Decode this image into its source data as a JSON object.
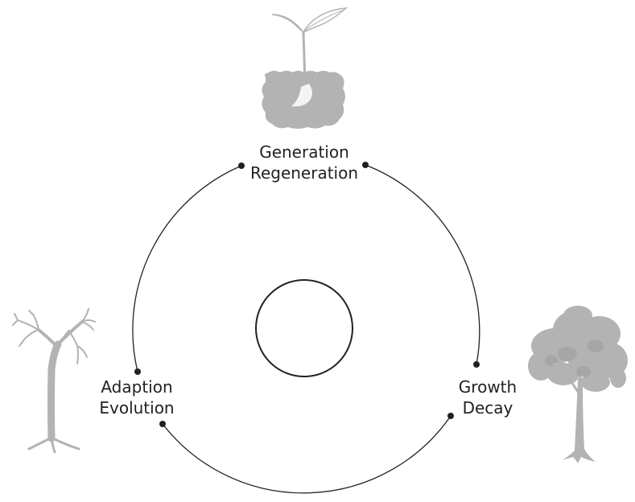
{
  "stages": [
    {
      "line1": "Generation",
      "line2": "Regeneration",
      "illustration": "seedling"
    },
    {
      "line1": "Growth",
      "line2": "Decay",
      "illustration": "leafy-tree"
    },
    {
      "line1": "Adaption",
      "line2": "Evolution",
      "illustration": "bare-tree"
    }
  ],
  "colors": {
    "line": "#231f20",
    "illustration": "#b3b3b3",
    "illustration_dark": "#9c9c9c",
    "background": "#ffffff"
  }
}
